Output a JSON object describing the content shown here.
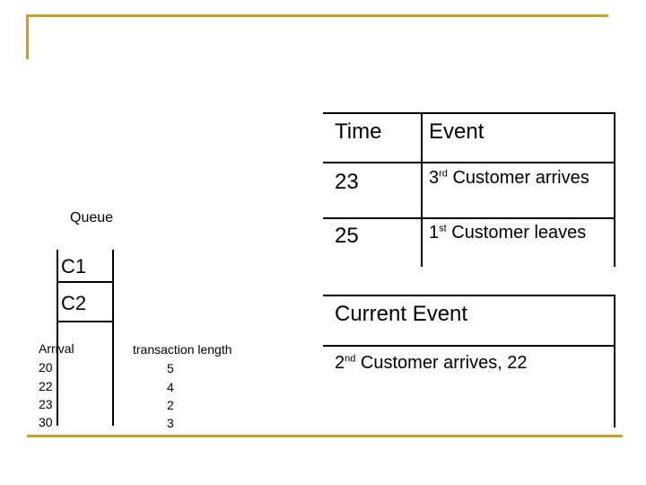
{
  "colors": {
    "accent": "#c9a227"
  },
  "event_table": {
    "header": {
      "time": "Time",
      "event": "Event"
    },
    "rows": [
      {
        "time": "23",
        "ord_num": "3",
        "ord_sup": "rd",
        "event_rest": " Customer arrives"
      },
      {
        "time": "25",
        "ord_num": "1",
        "ord_sup": "st",
        "event_rest": " Customer leaves"
      }
    ]
  },
  "current_event": {
    "title": "Current Event",
    "ord_num": "2",
    "ord_sup": "nd",
    "rest": " Customer arrives, 22"
  },
  "queue": {
    "label": "Queue",
    "items": [
      "C1",
      "C2"
    ]
  },
  "arrival": {
    "header": "Arrival",
    "values": [
      "20",
      "22",
      "23",
      "30"
    ]
  },
  "transaction": {
    "header": "transaction length",
    "values": [
      "5",
      "4",
      "2",
      "3"
    ]
  }
}
